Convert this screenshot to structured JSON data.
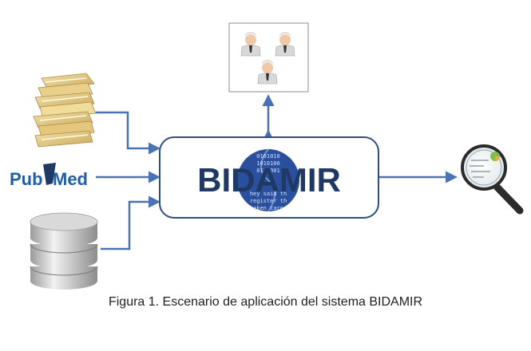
{
  "system": {
    "name": "BIDAMIR"
  },
  "sources": {
    "pubmed": {
      "left": "Pub",
      "right": "Med"
    }
  },
  "globe_text": {
    "binary1": "0101010",
    "binary2": "1010100",
    "binary3": "0101001",
    "phrase1": "hey said th",
    "phrase2": "register th",
    "phrase3": "aken care"
  },
  "caption": "Figura 1. Escenario de aplicación del sistema BIDAMIR",
  "colors": {
    "arrow": "#4a73b5",
    "box_border": "#2f4d86",
    "title": "#1f3864",
    "pubmed_blue": "#1f5ea8",
    "globe": "#2a4f9c"
  },
  "icons": {
    "documents": "stacked-papers-icon",
    "pubmed": "pubmed-logo",
    "database": "database-cylinder-icon",
    "users": "doctor-user-icon",
    "analysis": "magnifying-glass-icon"
  }
}
